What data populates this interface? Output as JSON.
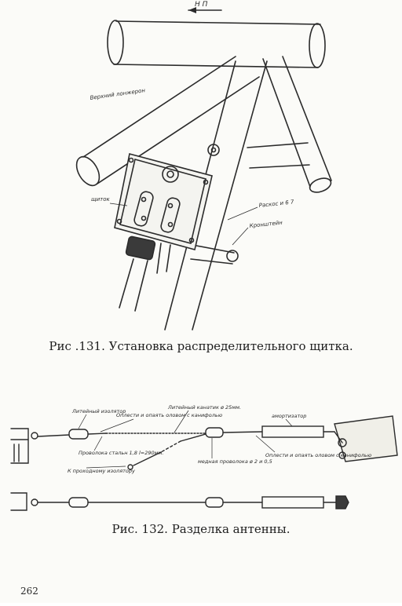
{
  "figure131": {
    "direction_label": "Н П",
    "labels": {
      "upper_longeron": "Верхний лонжерон",
      "panel": "щиток",
      "brace": "Раскос и 6 7",
      "bracket": "Кронштейн"
    },
    "caption": "Рис .131. Установка распределительного щитка."
  },
  "figure132": {
    "labels": {
      "insulator": "Литейный изолятор",
      "solder_left": "Оплести и опаять оловом с канифолью",
      "cable": "Литейный канатик ø 25мм.",
      "shock_absorber": "амортизатор",
      "wire": "Проволока стальн 1,8 l=290мм.",
      "to_lead_in": "К проходному изолятору",
      "copper_wire": "медная проволока ø 2 и 0,5",
      "solder_right": "Оплести и опаять оловом с канифолью"
    },
    "caption": "Рис. 132. Разделка антенны."
  },
  "page_number": "262"
}
